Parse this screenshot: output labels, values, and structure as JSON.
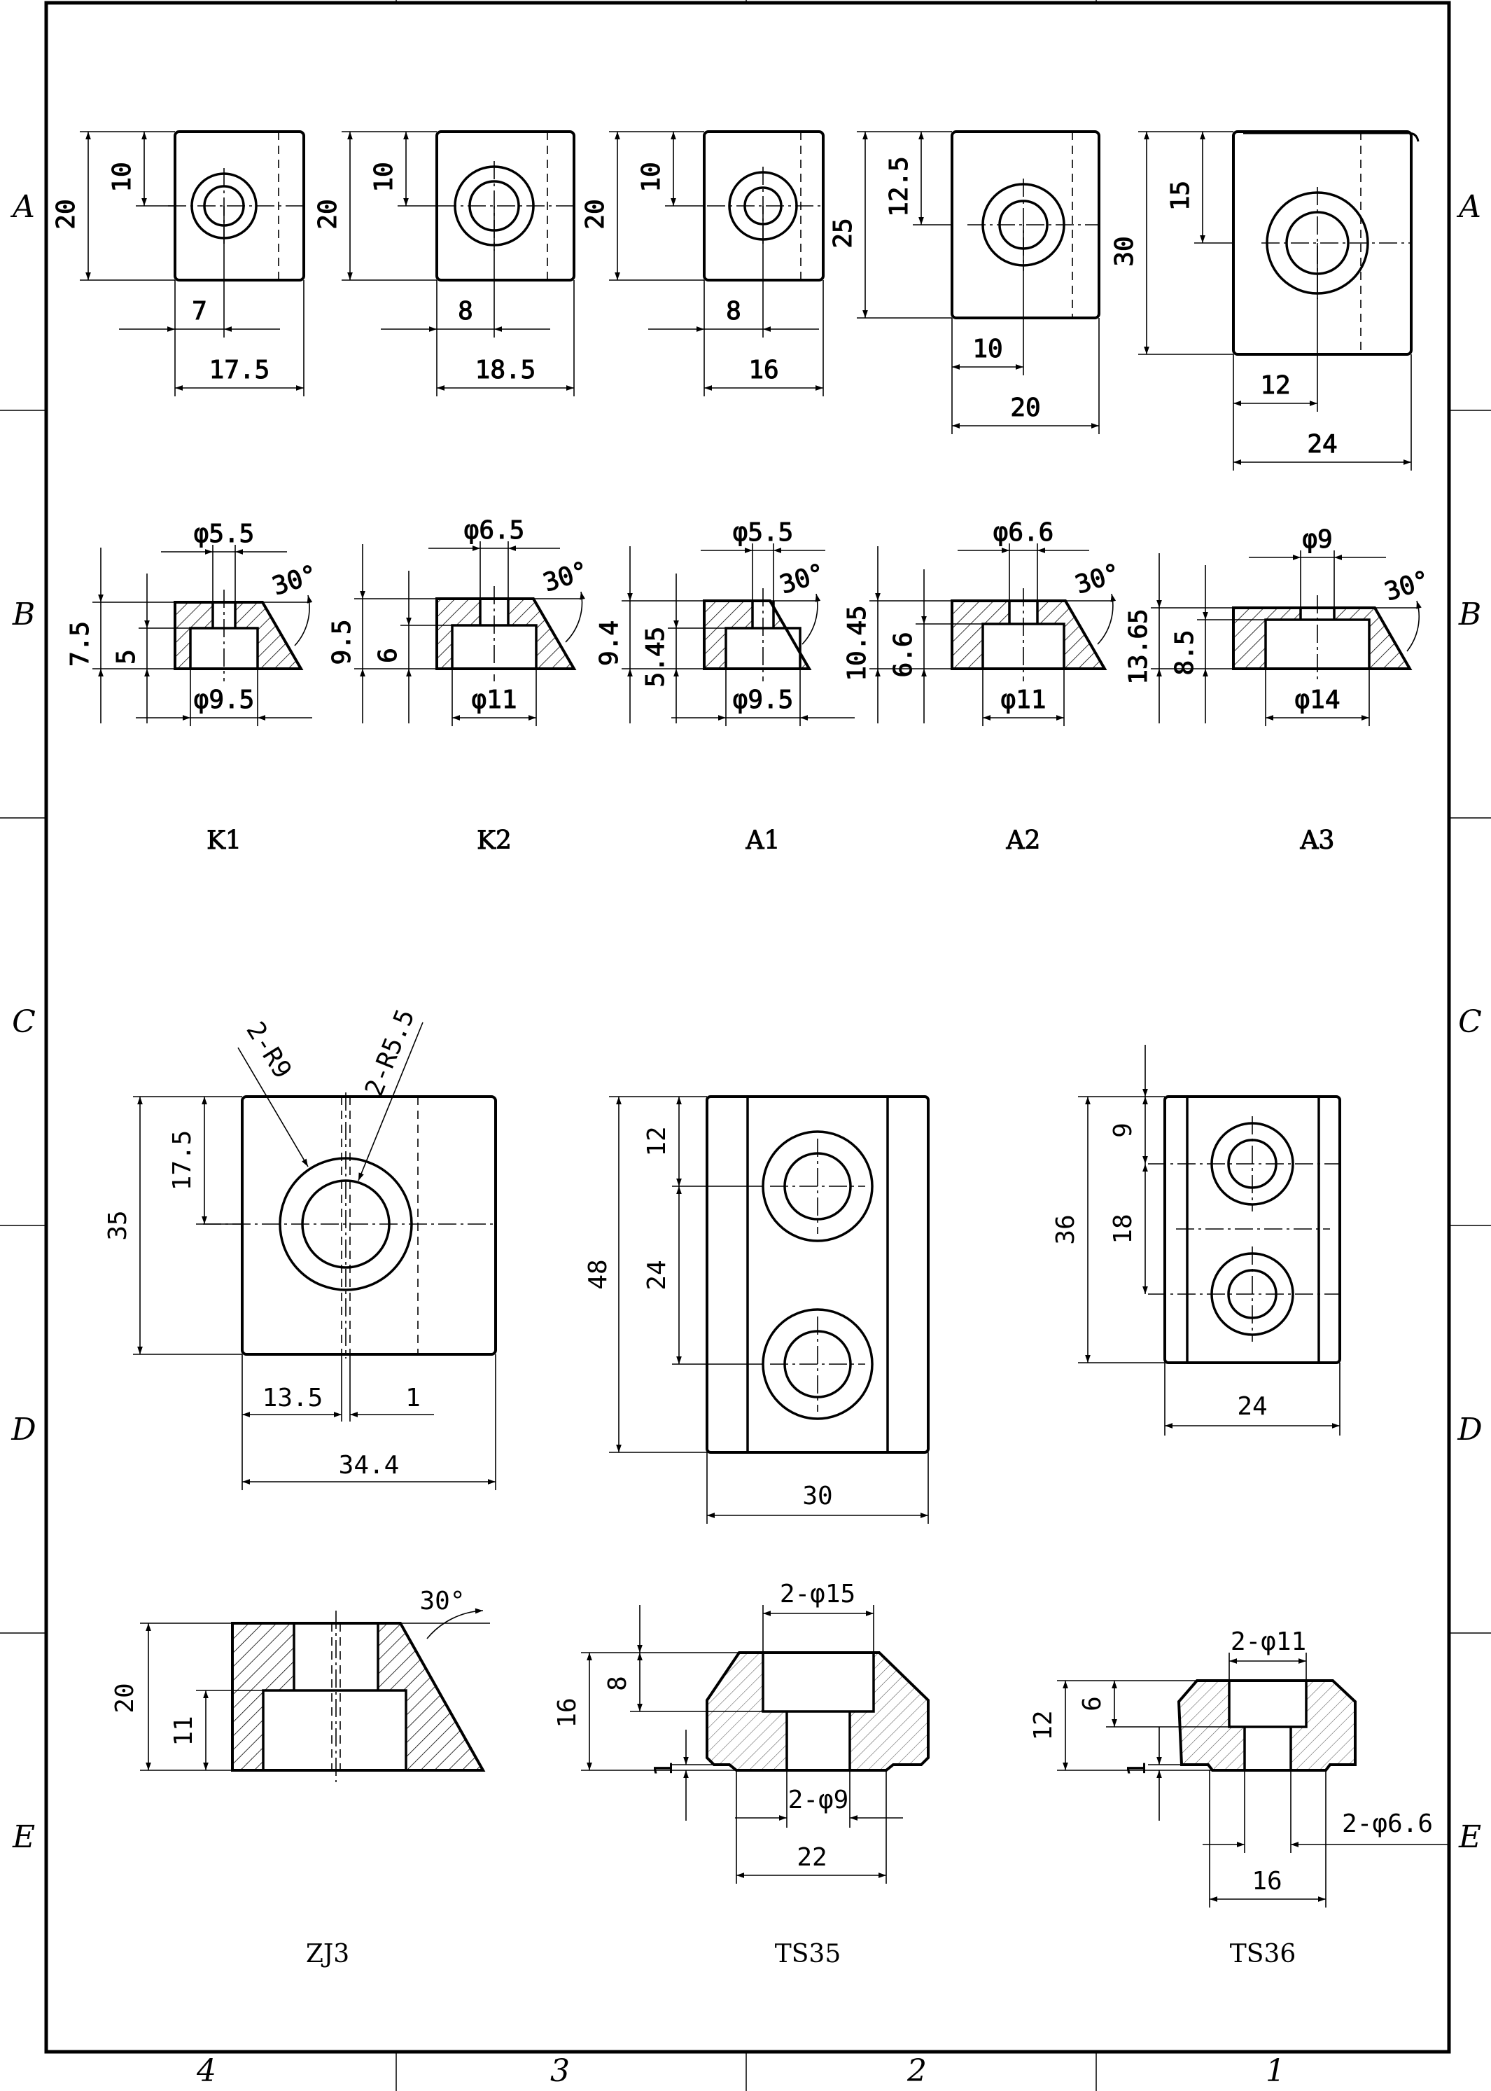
{
  "frame": {
    "row_labels": [
      "A",
      "B",
      "C",
      "D",
      "E"
    ],
    "col_labels": [
      "4",
      "3",
      "2",
      "1"
    ]
  },
  "parts": [
    {
      "name": "K1",
      "top": {
        "height": "20",
        "half": "10",
        "offset": "7",
        "width": "17.5"
      },
      "section": {
        "top_dia": "φ5.5",
        "angle": "30°",
        "total_h": "7.5",
        "pocket_h": "5",
        "bottom_dia": "φ9.5"
      }
    },
    {
      "name": "K2",
      "top": {
        "height": "20",
        "half": "10",
        "offset": "8",
        "width": "18.5"
      },
      "section": {
        "top_dia": "φ6.5",
        "angle": "30°",
        "total_h": "9.5",
        "pocket_h": "6",
        "bottom_dia": "φ11"
      }
    },
    {
      "name": "A1",
      "top": {
        "height": "20",
        "half": "10",
        "offset": "8",
        "width": "16"
      },
      "section": {
        "top_dia": "φ5.5",
        "angle": "30°",
        "total_h": "9.4",
        "pocket_h": "5.45",
        "bottom_dia": "φ9.5"
      }
    },
    {
      "name": "A2",
      "top": {
        "height": "25",
        "half": "12.5",
        "offset": "10",
        "width": "20"
      },
      "section": {
        "top_dia": "φ6.6",
        "angle": "30°",
        "total_h": "10.45",
        "pocket_h": "6.6",
        "bottom_dia": "φ11"
      }
    },
    {
      "name": "A3",
      "top": {
        "height": "30",
        "half": "15",
        "offset": "12",
        "width": "24"
      },
      "section": {
        "top_dia": "φ9",
        "angle": "30°",
        "total_h": "13.65",
        "pocket_h": "8.5",
        "bottom_dia": "φ14"
      }
    }
  ],
  "zj3": {
    "name": "ZJ3",
    "top": {
      "r1": "2-R9",
      "r2": "2-R5.5",
      "height": "35",
      "half": "17.5",
      "offset": "13.5",
      "gap": "1",
      "width": "34.4"
    },
    "section": {
      "angle": "30°",
      "total_h": "20",
      "pocket_h": "11"
    }
  },
  "ts35": {
    "name": "TS35",
    "top": {
      "height": "48",
      "spacing": "24",
      "edge": "12",
      "width": "30"
    },
    "section": {
      "cbore": "2-φ15",
      "total_h": "16",
      "cbore_h": "8",
      "step": "1",
      "hole": "2-φ9",
      "width": "22"
    }
  },
  "ts36": {
    "name": "TS36",
    "top": {
      "height": "36",
      "spacing": "18",
      "edge": "9",
      "width": "24"
    },
    "section": {
      "cbore": "2-φ11",
      "total_h": "12",
      "cbore_h": "6",
      "step": "1",
      "hole": "2-φ6.6",
      "width": "16"
    }
  }
}
